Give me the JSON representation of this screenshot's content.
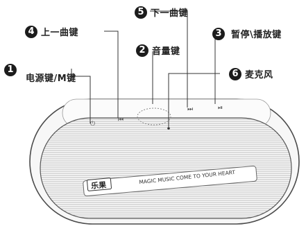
{
  "callouts": [
    {
      "num": "1",
      "label": "电源键/M键"
    },
    {
      "num": "2",
      "label": "音量键"
    },
    {
      "num": "3",
      "label": "暂停\\播放键"
    },
    {
      "num": "4",
      "label": "上一曲键"
    },
    {
      "num": "5",
      "label": "下一曲键"
    },
    {
      "num": "6",
      "label": "麦克风"
    }
  ],
  "device": {
    "logo": "乐果",
    "slogan": "MAGIC MUSIC COME TO YOUR HEART",
    "button_glyphs": {
      "power": "⏻",
      "prev": "⏮",
      "next": "⏭",
      "play": "⏯"
    }
  },
  "colors": {
    "outline": "#4a4a4a",
    "badge": "#1c1c1c"
  }
}
